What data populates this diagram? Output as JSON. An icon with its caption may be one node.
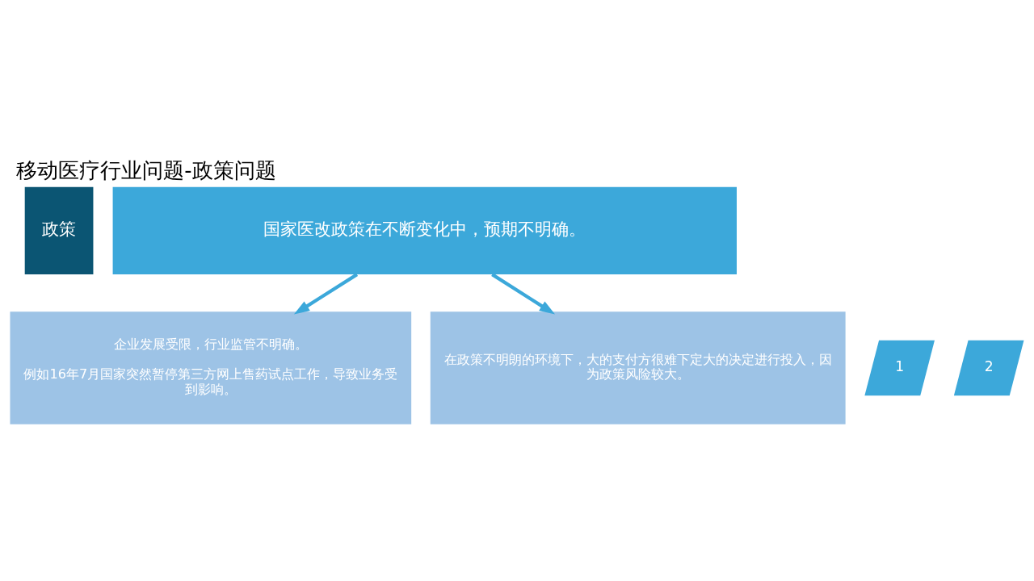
{
  "diagram": {
    "title": "移动医疗行业问题-政策问题",
    "nodes": [
      {
        "text": [
          "政策"
        ]
      },
      {
        "text": [
          "国家医改政策在不断变化中，预期不明确。"
        ]
      },
      {
        "text": [
          "1"
        ]
      },
      {
        "text": [
          "企业发展受限，行业监管不明确。",
          "例如16年7月国家突然暂停第三方网上售药试点工作，导致业务受到影响。"
        ]
      },
      {
        "text": [
          "2"
        ]
      },
      {
        "text": [
          "在政策不明朗的环境下，大的支付方很难下定大的决定进行投入，因为政策风险较大。"
        ]
      }
    ],
    "edges": [
      {
        "from": 1,
        "to": 3,
        "arrow": "to"
      },
      {
        "from": 1,
        "to": 5,
        "arrow": "to"
      }
    ]
  }
}
